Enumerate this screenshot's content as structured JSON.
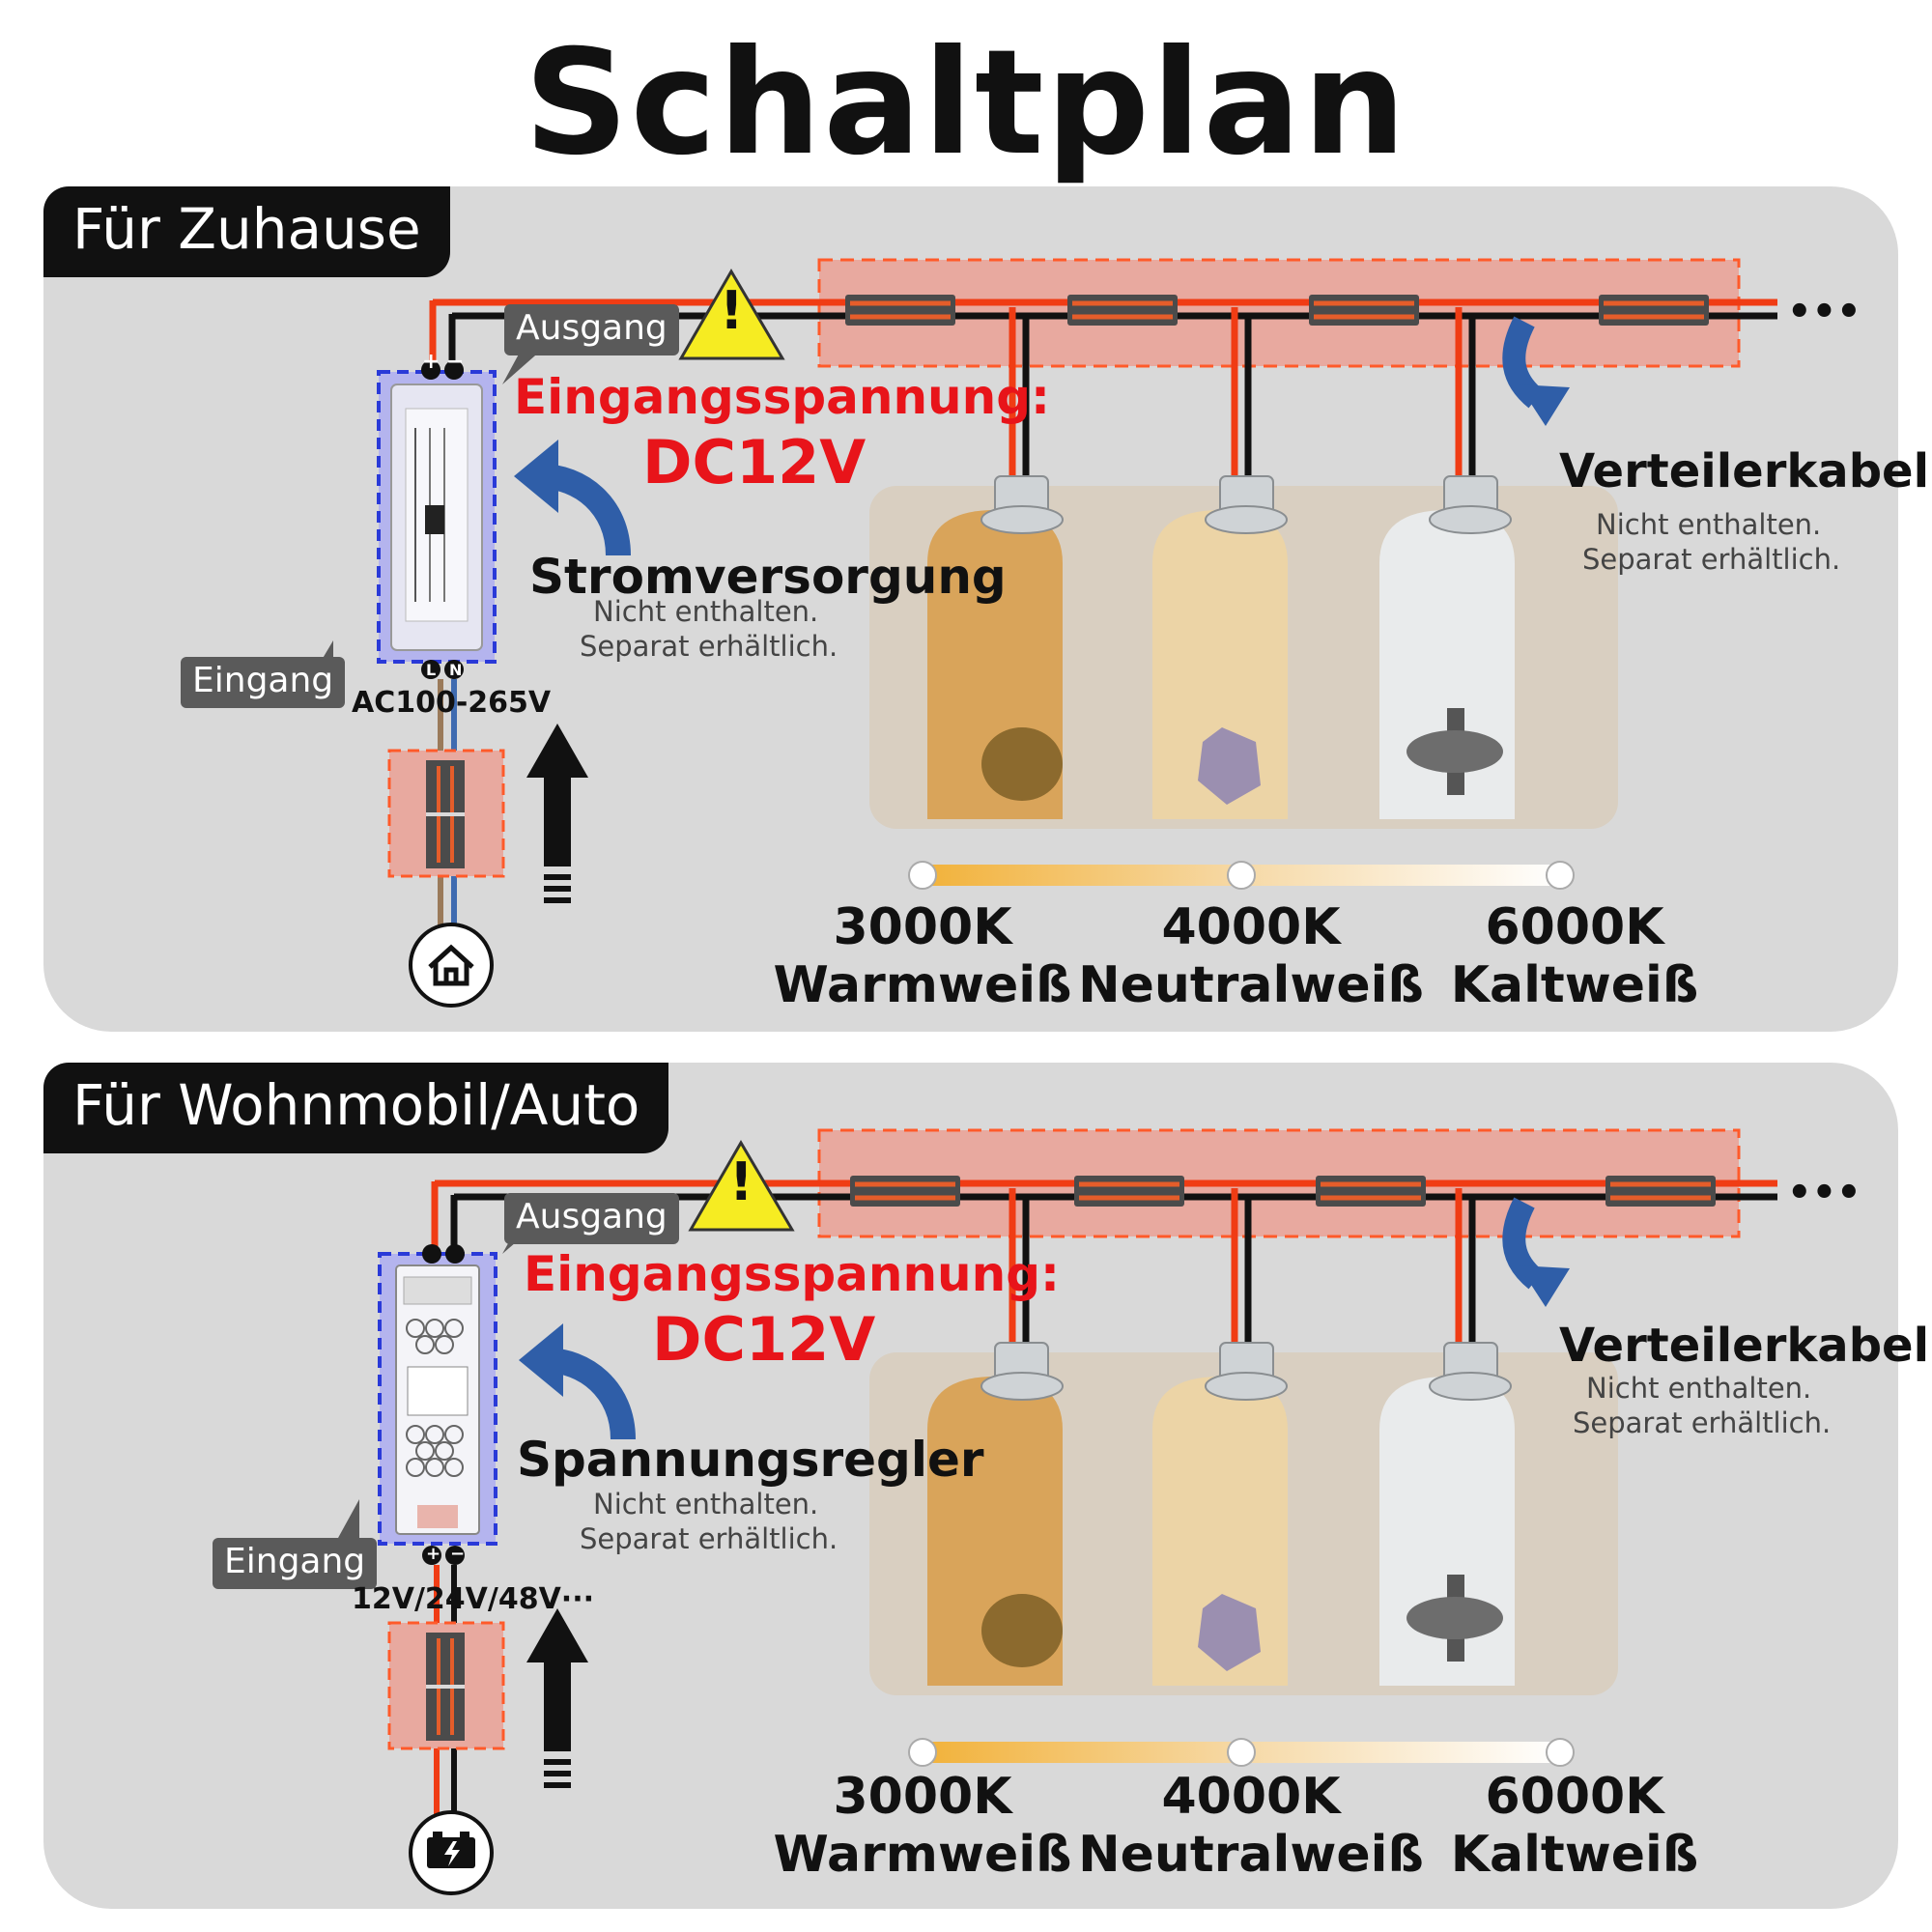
{
  "title": "Schaltplan",
  "panels": [
    {
      "heading": "Für Zuhause",
      "output_tag": "Ausgang",
      "input_tag": "Eingang",
      "voltage_label": "Eingangsspannung:",
      "voltage_value": "DC12V",
      "device_name": "Stromversorgung",
      "device_note1": "Nicht enthalten.",
      "device_note2": "Separat erhältlich.",
      "input_voltage": "AC100-265V",
      "input_terminals": [
        "L",
        "N"
      ],
      "cable_name": "Verteilerkabel",
      "cable_note1": "Nicht enthalten.",
      "cable_note2": "Separat erhältlich.",
      "source_icon": "house-icon",
      "device_icon": "led-driver-icon"
    },
    {
      "heading": "Für Wohnmobil/Auto",
      "output_tag": "Ausgang",
      "input_tag": "Eingang",
      "voltage_label": "Eingangsspannung:",
      "voltage_value": "DC12V",
      "device_name": "Spannungsregler",
      "device_note1": "Nicht enthalten.",
      "device_note2": "Separat erhältlich.",
      "input_voltage": "12V/24V/48V···",
      "input_terminals": [
        "+",
        "−"
      ],
      "cable_name": "Verteilerkabel",
      "cable_note1": "Nicht enthalten.",
      "cable_note2": "Separat erhältlich.",
      "source_icon": "battery-icon",
      "device_icon": "voltage-converter-icon"
    }
  ],
  "color_temperatures": [
    {
      "kelvin": "3000K",
      "name": "Warmweiß",
      "color": "#f2b23a"
    },
    {
      "kelvin": "4000K",
      "name": "Neutralweiß",
      "color": "#f6d9a6"
    },
    {
      "kelvin": "6000K",
      "name": "Kaltweiß",
      "color": "#ffffff"
    }
  ],
  "output_terminals": [
    "+",
    "−"
  ],
  "more_indicator": "•••",
  "warning_symbol": "!",
  "colors": {
    "wire_positive": "#f03c14",
    "wire_negative": "#111111",
    "highlight_box": "#e8a99f",
    "highlight_border": "#ff5a2a",
    "device_border": "#2a3ad8",
    "arrow_blue": "#2f5ea8",
    "warning_fill": "#f6ec22"
  }
}
